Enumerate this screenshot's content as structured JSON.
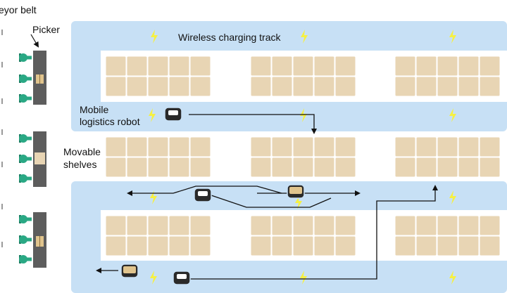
{
  "labels": {
    "conveyor": "eyor belt",
    "picker": "Picker",
    "track": "Wireless charging track",
    "robot_line1": "Mobile",
    "robot_line2": "logistics robot",
    "shelves_line1": "Movable",
    "shelves_line2": "shelves"
  },
  "colors": {
    "track": "#c7e0f5",
    "shelf": "#e8d5b4",
    "shelf_border": "#ffffff",
    "bolt": "#f5f043",
    "conveyor": "#5d5d5d",
    "picker": "#2aa884",
    "robot": "#2a2a2a",
    "arrow": "#111111"
  },
  "icons": [
    "lightning-bolt-icon",
    "robot-icon",
    "picker-icon",
    "package-icon",
    "arrow-icon"
  ],
  "layout": {
    "shelf_groups_per_row": 3,
    "shelf_columns": 5,
    "shelf_rows": 2,
    "shelf_group_rows": 3,
    "pickers_per_station": 3,
    "stations": 3
  }
}
